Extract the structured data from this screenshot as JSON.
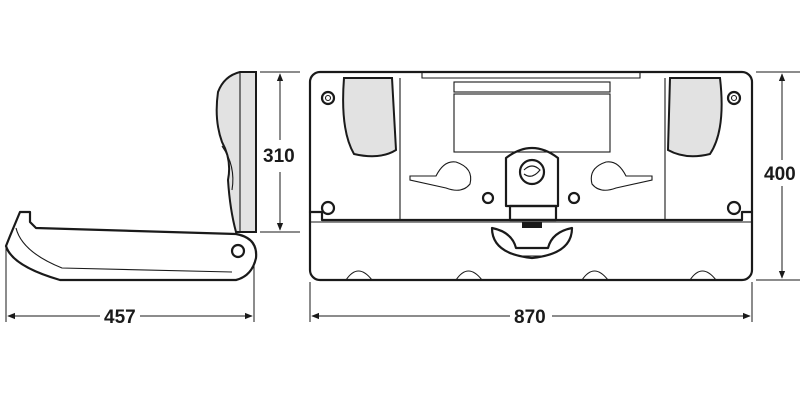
{
  "dimensions": {
    "side_depth": "457",
    "side_height": "310",
    "front_width": "870",
    "front_height": "400"
  }
}
